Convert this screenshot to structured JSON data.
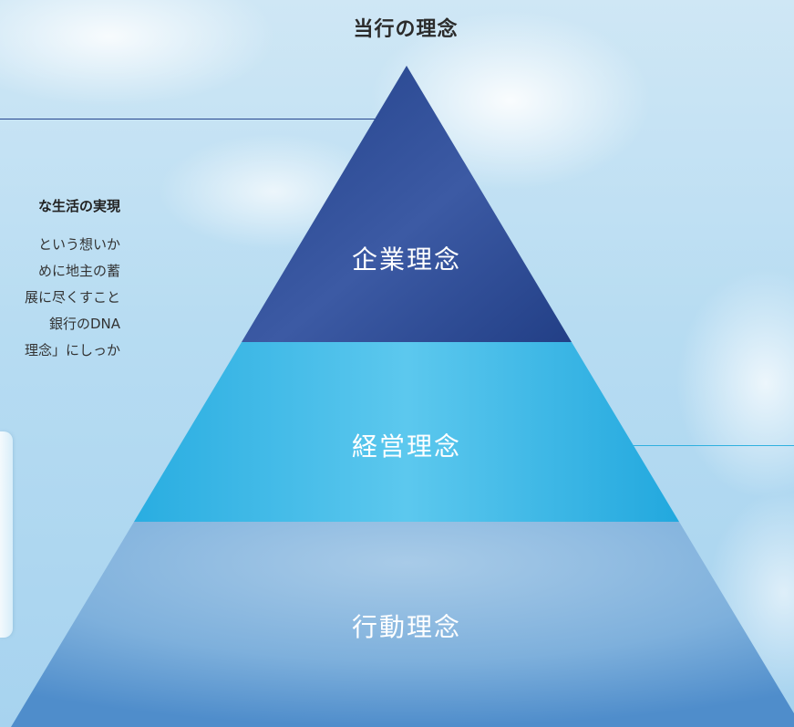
{
  "title": "当行の理念",
  "side_text": {
    "heading": "な生活の実現",
    "lines": [
      "という想いか",
      "めに地主の蓄",
      "展に尽くすこと",
      "銀行のDNA",
      "理念」にしっか"
    ]
  },
  "pyramid": {
    "tiers": [
      {
        "label": "企業理念",
        "color": "#2b4a94"
      },
      {
        "label": "経営理念",
        "color": "#3cb8e6"
      },
      {
        "label": "行動理念",
        "color": "#7fb3dc"
      }
    ]
  }
}
